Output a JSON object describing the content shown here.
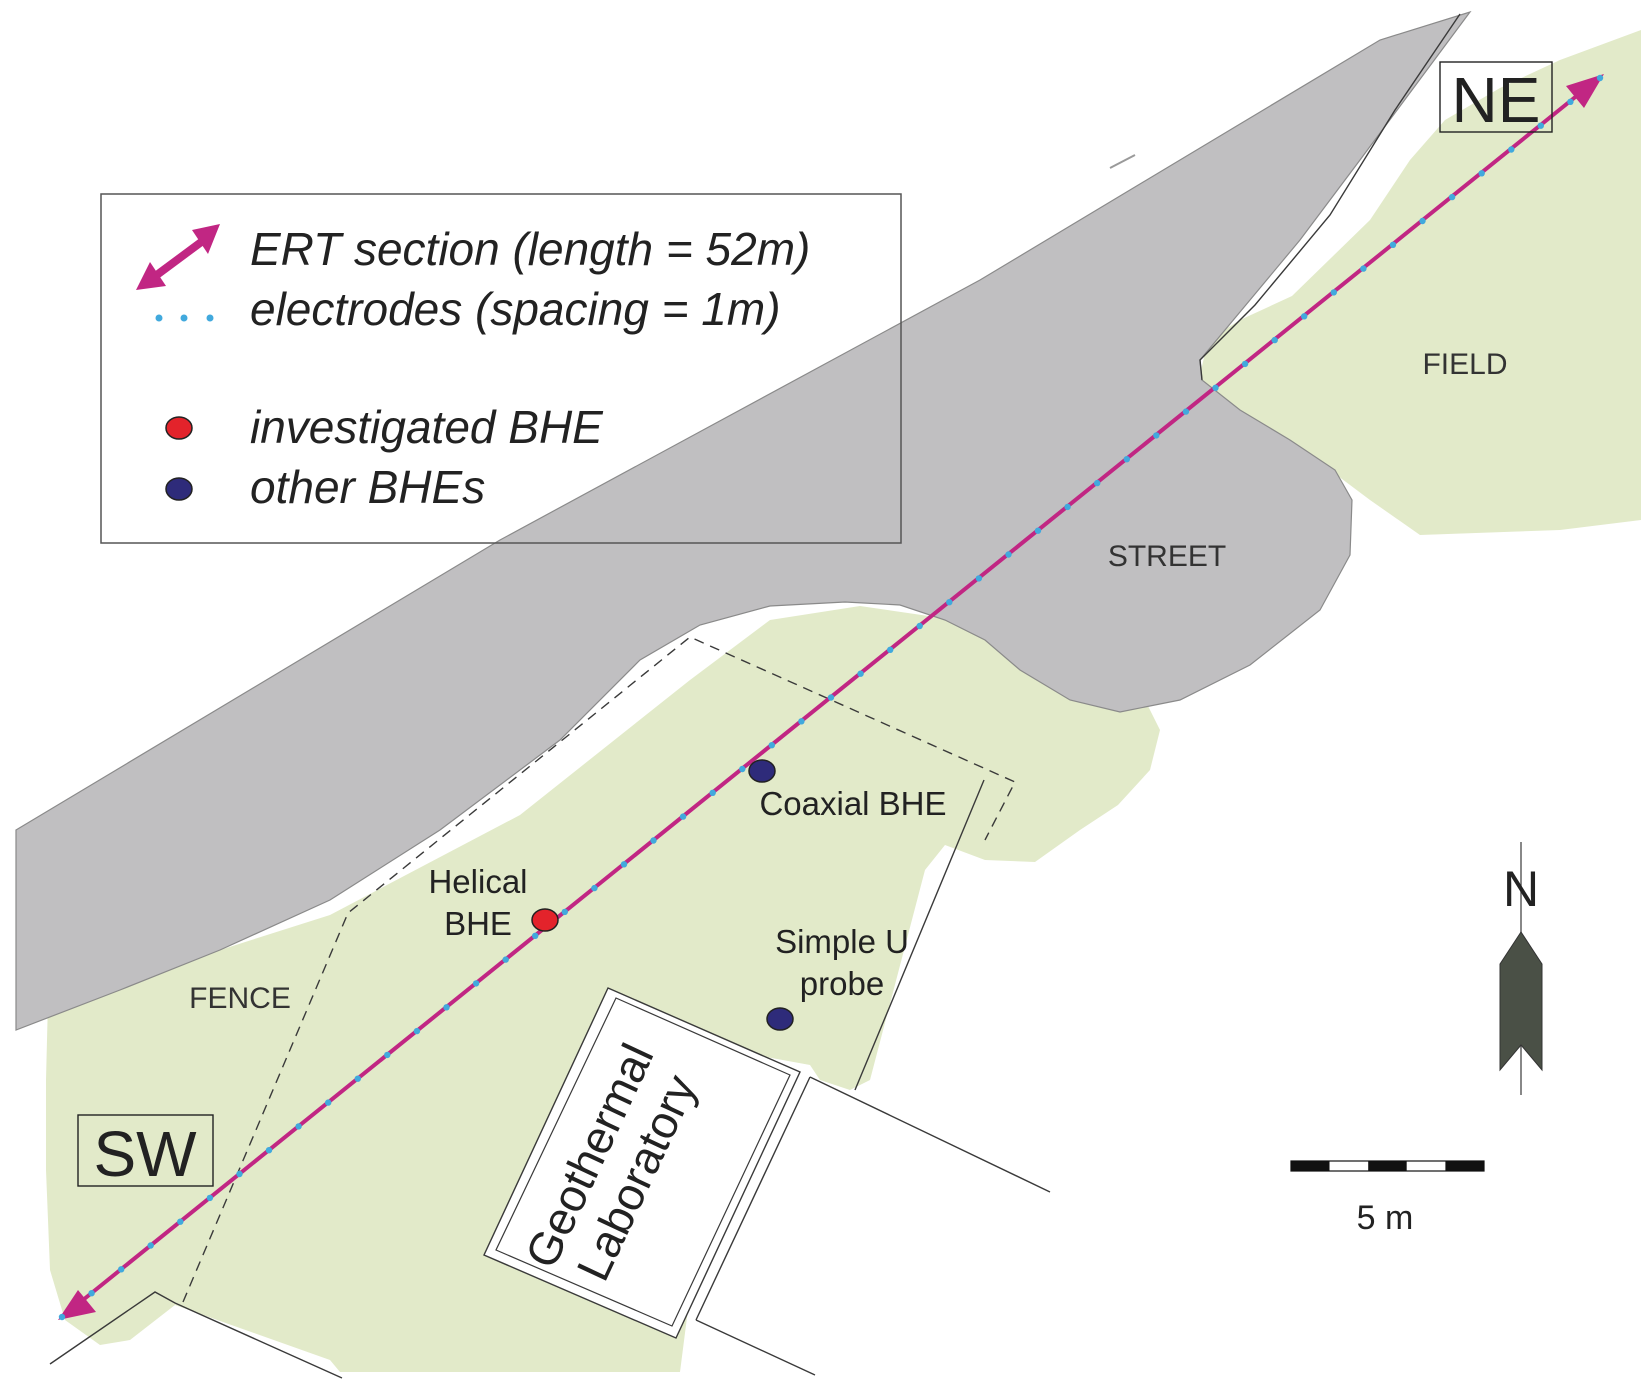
{
  "map": {
    "areas": {
      "street": "STREET",
      "field": "FIELD",
      "fence": "FENCE"
    },
    "endpoints": {
      "sw": "SW",
      "ne": "NE"
    },
    "building": {
      "line1": "Geothermal",
      "line2": "Laboratory"
    },
    "bhe": {
      "helical": {
        "line1": "Helical",
        "line2": "BHE"
      },
      "coaxial": {
        "label": "Coaxial BHE"
      },
      "simple": {
        "line1": "Simple U",
        "line2": "probe"
      }
    },
    "north": {
      "label": "N"
    },
    "scale": {
      "label": "5 m",
      "segments": 5
    }
  },
  "legend": {
    "ert_section": "ERT section (length = 52m)",
    "electrodes": "electrodes (spacing = 1m)",
    "investigated": "investigated BHE",
    "other": "other BHEs"
  },
  "electrode_count": 53,
  "colors": {
    "street": "#c0bfc1",
    "green": "#e2eac9",
    "section": "#c12683",
    "electrode": "#41a9dd",
    "investigated_bhe": "#e3232b",
    "other_bhe": "#2e2b7a",
    "line": "#3a3a3a",
    "legend_border": "#555555"
  }
}
